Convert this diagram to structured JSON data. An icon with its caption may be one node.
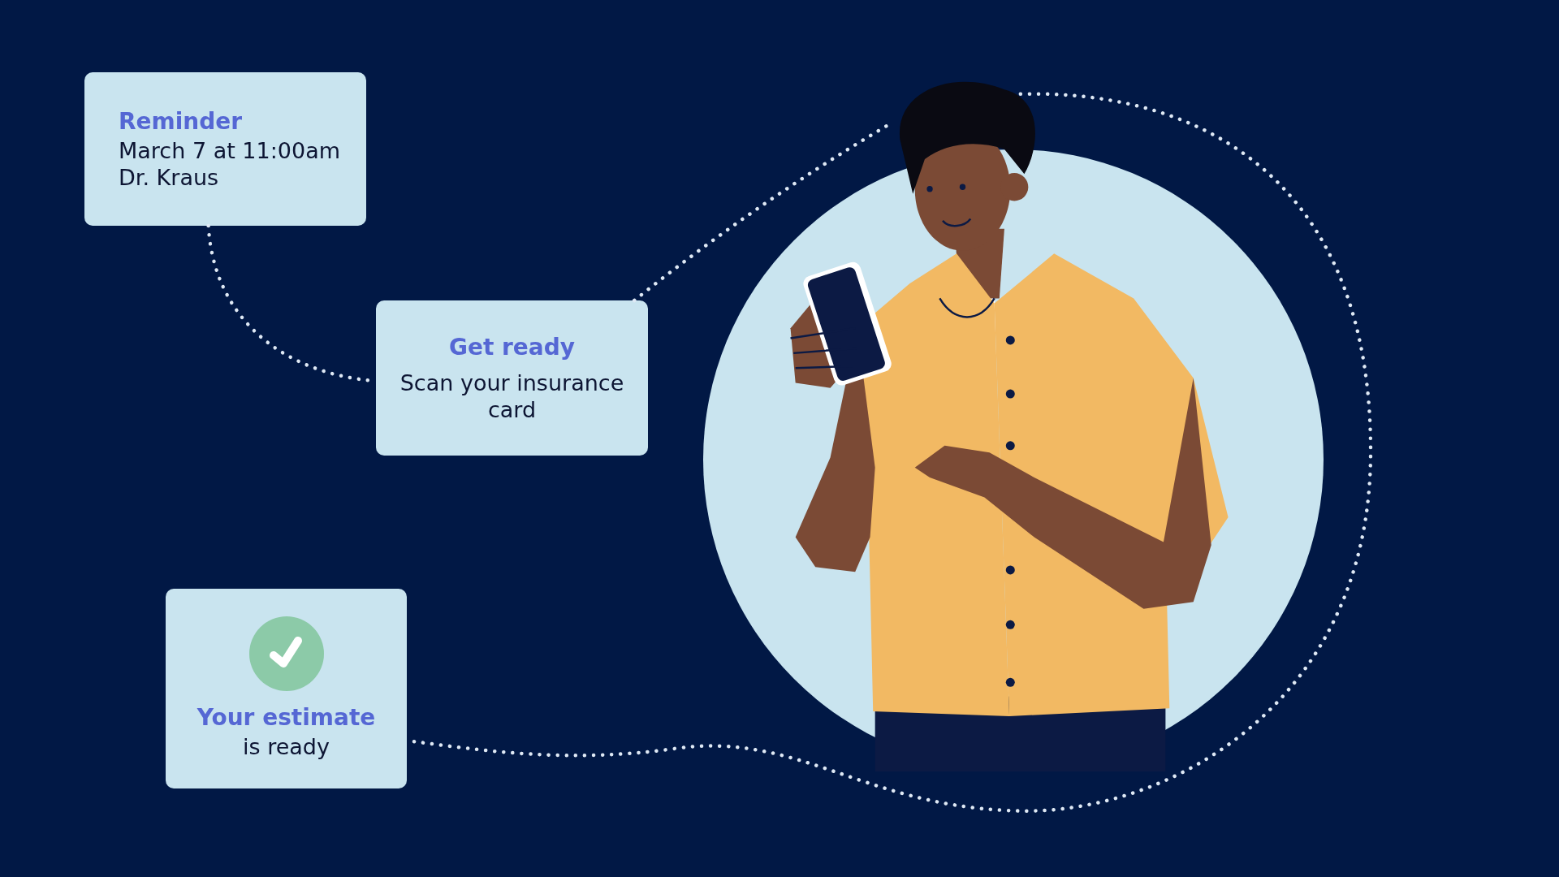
{
  "diagram": {
    "nodes": [
      {
        "text": [
          "Reminder",
          "March 7 at 11:00am",
          "Dr. Kraus"
        ]
      },
      {
        "text": [
          "Get ready",
          "Scan your insurance card"
        ]
      },
      {
        "text": [],
        "shape": "picture"
      },
      {
        "text": [
          "Your estimate",
          "is ready"
        ]
      }
    ],
    "edges": [
      {
        "from": 0,
        "to": 1,
        "arrow": "none"
      },
      {
        "from": 1,
        "to": 2,
        "arrow": "none"
      },
      {
        "from": 2,
        "to": 3,
        "arrow": "none"
      }
    ]
  }
}
